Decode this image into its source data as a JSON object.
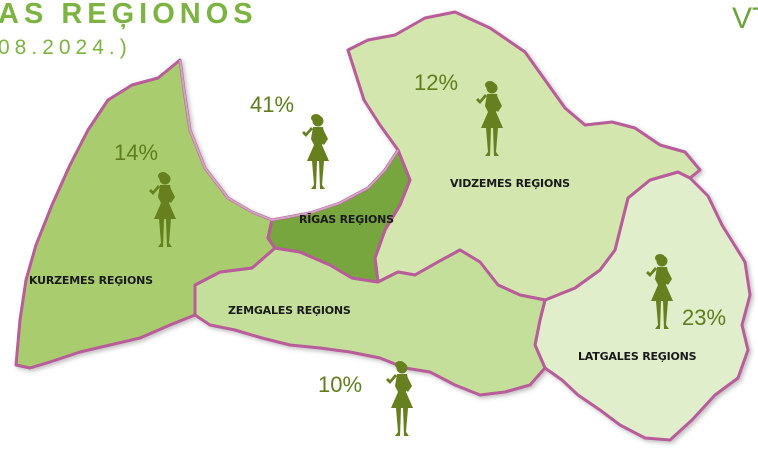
{
  "header": {
    "title": "AS REĢIONOS",
    "date": "08.2024.)",
    "corner": "VT"
  },
  "colors": {
    "kurzeme": "#a9cd6e",
    "zemgale": "#c4df9a",
    "riga": "#76a63d",
    "vidzeme": "#d2e6ad",
    "latgale": "#e0eecb",
    "border": "#b85b9a",
    "figure": "#66801f",
    "percent": "#5f7d1d"
  },
  "regions": [
    {
      "id": "kurzeme",
      "name": "KURZEMES REĢIONS",
      "percent": "14%"
    },
    {
      "id": "riga",
      "name": "RĪGAS  REĢIONS",
      "percent": "41%"
    },
    {
      "id": "vidzeme",
      "name": "VIDZEMES REĢIONS",
      "percent": "12%"
    },
    {
      "id": "zemgale",
      "name": "ZEMGALES REĢIONS",
      "percent": "10%"
    },
    {
      "id": "latgale",
      "name": "LATGALES REĢIONS",
      "percent": "23%"
    }
  ],
  "icons": {
    "person": "woman-silhouette-icon"
  }
}
